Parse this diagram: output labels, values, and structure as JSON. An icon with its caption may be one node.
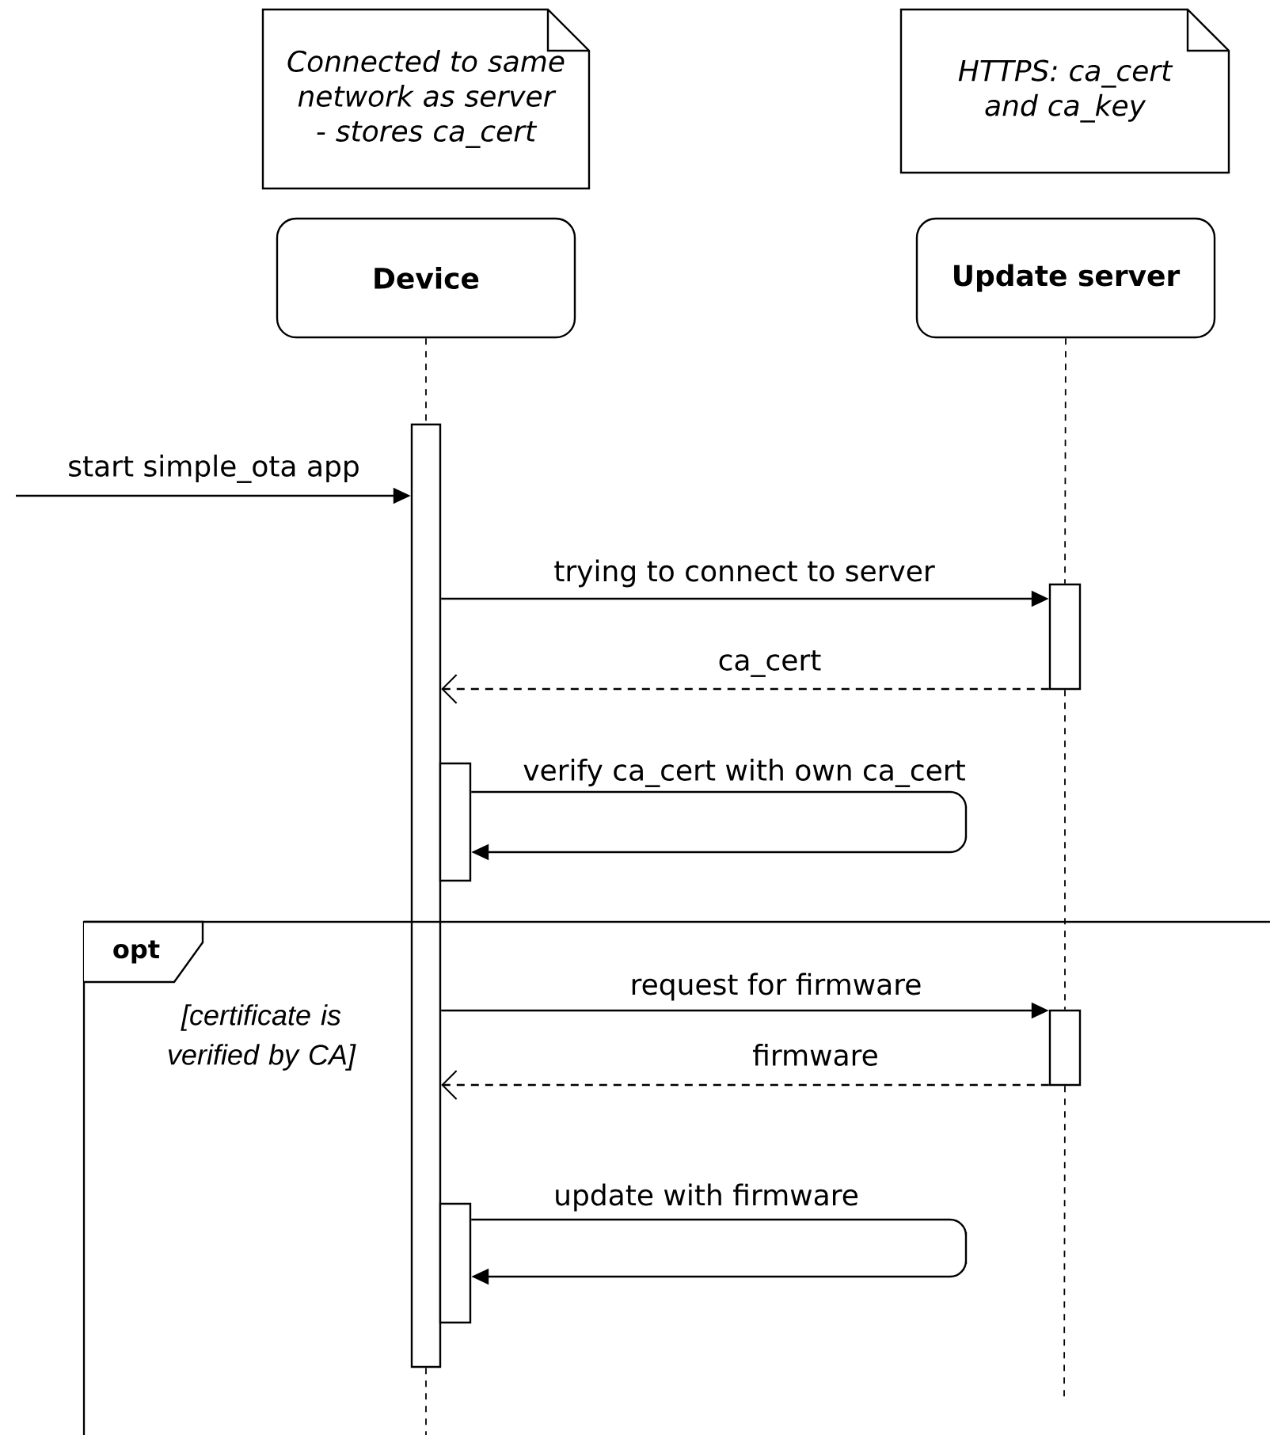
{
  "diagram": {
    "nodes": [
      {
        "text": [
          "Connected to same network as server - stores ca_cert"
        ]
      },
      {
        "text": [
          "HTTPS: ca_cert and ca_key"
        ]
      },
      {
        "text": [
          "Device"
        ]
      },
      {
        "text": [
          "Update server"
        ]
      },
      {
        "text": [],
        "shape": "bar"
      },
      {
        "text": [],
        "shape": "bar"
      },
      {
        "text": [],
        "shape": "bar"
      },
      {
        "text": [
          "opt",
          "[certificate is verified by CA]"
        ]
      },
      {
        "text": [],
        "shape": "bar",
        "in": 7
      },
      {
        "text": [],
        "shape": "bar",
        "in": 7
      }
    ],
    "edges": [
      {
        "from": null,
        "to": 4,
        "arrow": "to",
        "label": "start simple_ota app"
      },
      {
        "from": 4,
        "to": 5,
        "arrow": "to",
        "label": "trying to connect to server"
      },
      {
        "from": 5,
        "to": 4,
        "arrow": "to",
        "label": "ca_cert",
        "style": "dashed"
      },
      {
        "from": 6,
        "to": 6,
        "arrow": "to",
        "label": "verify ca_cert with own ca_cert"
      },
      {
        "from": 4,
        "to": 8,
        "arrow": "to",
        "label": "request for firmware"
      },
      {
        "from": 8,
        "to": 4,
        "arrow": "to",
        "label": "firmware",
        "style": "dashed"
      },
      {
        "from": 9,
        "to": 9,
        "arrow": "to",
        "label": "update with firmware"
      },
      {
        "from": 2,
        "to": 4,
        "arrow": "none",
        "style": "dashed"
      },
      {
        "from": 3,
        "to": 5,
        "arrow": "none",
        "style": "dashed"
      },
      {
        "from": 5,
        "to": 8,
        "arrow": "none",
        "style": "dashed"
      },
      {
        "from": 4,
        "to": 7,
        "arrow": "none",
        "style": "dashed"
      },
      {
        "from": 8,
        "to": null,
        "arrow": "none",
        "style": "dashed"
      }
    ]
  }
}
